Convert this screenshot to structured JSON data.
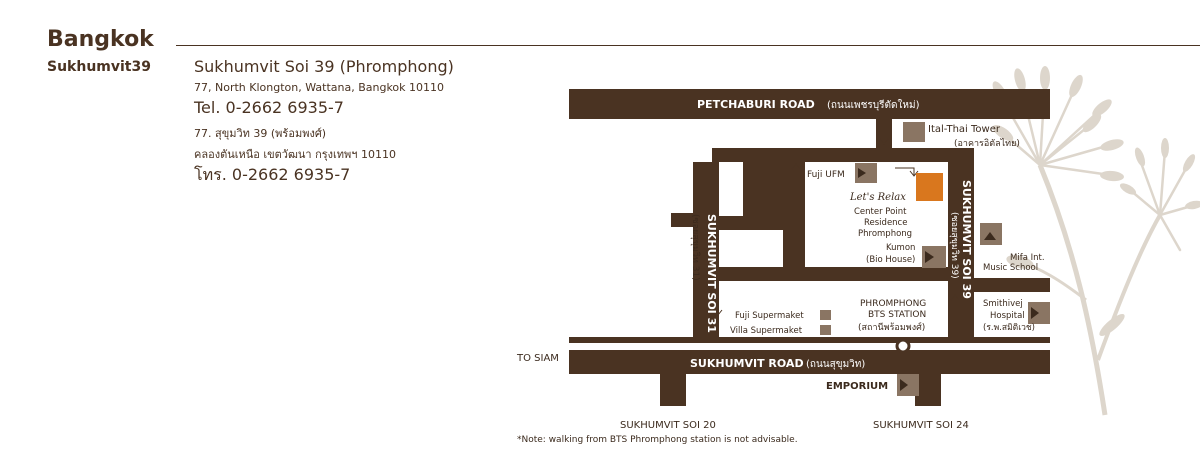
{
  "header": {
    "title": "Bangkok",
    "subtitle": "Sukhumvit39"
  },
  "address": {
    "name": "Sukhumvit Soi 39 (Phromphong)",
    "street": "77, North Klongton, Wattana, Bangkok 10110",
    "tel": "Tel. 0-2662 6935-7",
    "thai_street": "77. สุขุมวิท 39 (พร้อมพงศ์)",
    "thai_district": "คลองตันเหนือ  เขตวัฒนา  กรุงเทพฯ  10110",
    "thai_tel": "โทร. 0-2662 6935-7"
  },
  "map": {
    "petchaburi": "PETCHABURI ROAD",
    "petchaburi_thai": "(ถนนเพชรบุรีตัดใหม่)",
    "ital_thai": "Ital-Thai Tower",
    "ital_thai_thai": "(อาคารอิตัลไทย)",
    "fuji_ufm": "Fuji UFM",
    "lets_relax": "Let's Relax",
    "center_point_1": "Center Point",
    "center_point_2": "Residence",
    "center_point_3": "Phromphong",
    "kumon_1": "Kumon",
    "kumon_2": "(Bio House)",
    "mifa_1": "Mifa Int.",
    "mifa_2": "Music School",
    "soi31": "SUKHUMVIT SOI 31",
    "soi31_thai": "(ซอยสุขุมวิท 31)",
    "soi39": "SUKHUMVIT SOI 39",
    "soi39_thai": "(ซอยสุขุมวิท 39)",
    "fuji_super": "Fuji Supermaket",
    "villa_super": "Villa Supermaket",
    "bts_1": "PHROMPHONG",
    "bts_2": "BTS STATION",
    "bts_thai": "(สถานีพร้อมพงศ์)",
    "smith_1": "Smithivej",
    "smith_2": "Hospital",
    "smith_thai": "(ร.พ.สมิติเวช)",
    "to_siam": "TO SIAM",
    "sukhumvit": "SUKHUMVIT ROAD",
    "sukhumvit_thai": "(ถนนสุขุมวิท)",
    "emporium": "EMPORIUM",
    "soi20": "SUKHUMVIT SOI 20",
    "soi24": "SUKHUMVIT SOI 24",
    "note": "*Note: walking from BTS Phromphong station is not advisable."
  },
  "colors": {
    "road": "#4a3322",
    "text": "#4a3322",
    "highlight": "#d9771e",
    "marker": "#8a7563",
    "flower": "#ddd6cc"
  }
}
